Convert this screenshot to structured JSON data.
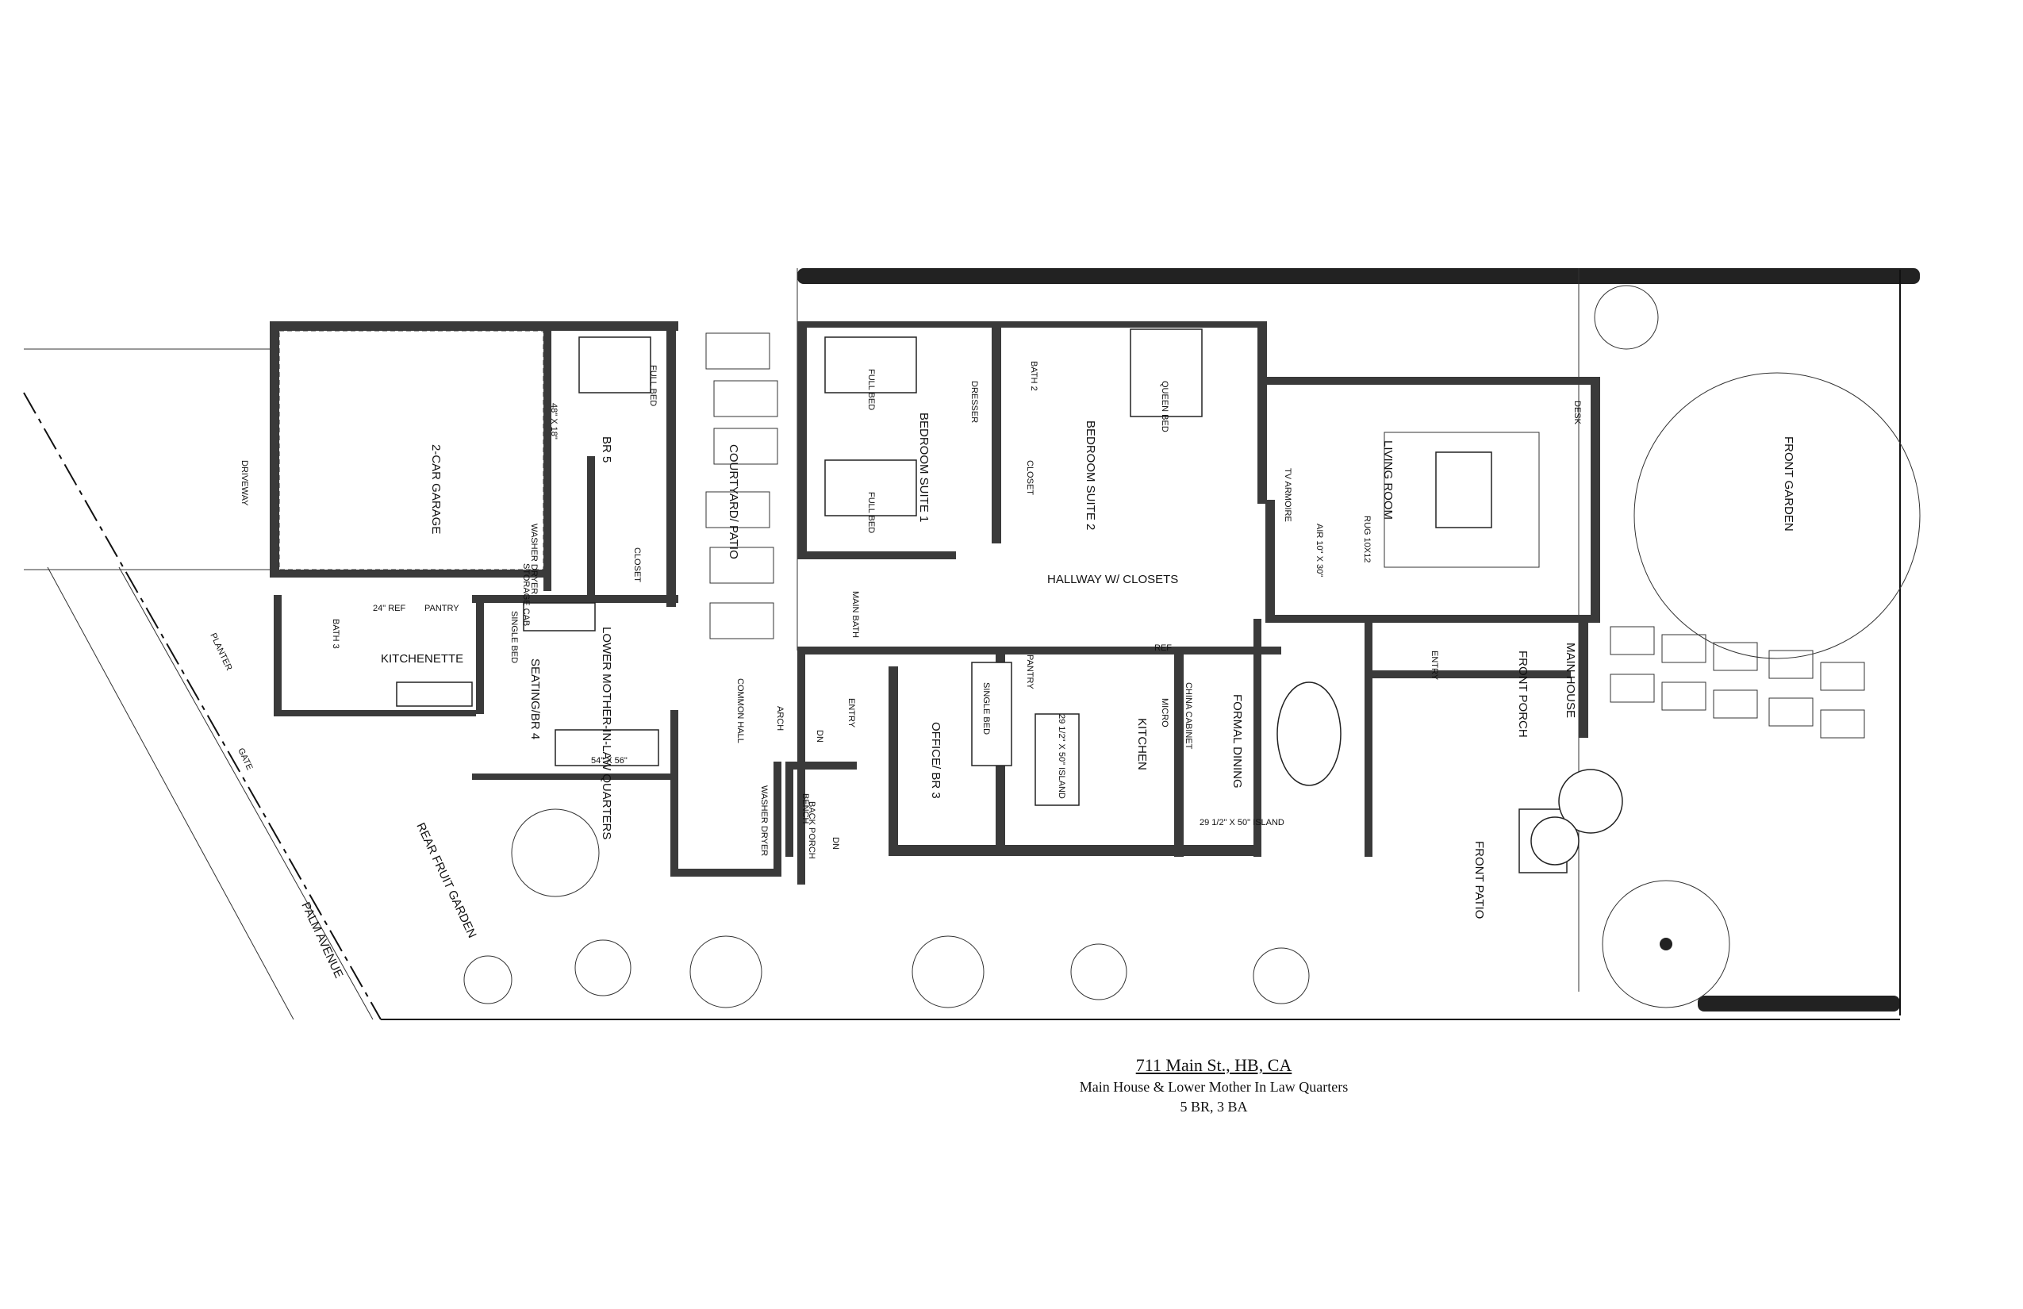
{
  "caption": {
    "address": "711 Main St., HB, CA",
    "description": "Main House & Lower Mother In Law Quarters",
    "summary": "5 BR, 3 BA"
  },
  "rooms": {
    "driveway": "DRIVEWAY",
    "garage": "2-CAR GARAGE",
    "br5": "BR 5",
    "closet_br5": "CLOSET",
    "courtyard": "COURTYARD/ PATIO",
    "bedroom_suite1": "BEDROOM SUITE 1",
    "bath2": "BATH 2",
    "closet_suite": "CLOSET",
    "bedroom_suite2": "BEDROOM SUITE 2",
    "tv_armoire": "TV ARMOIRE",
    "living_room": "LIVING ROOM",
    "desk": "DESK",
    "front_garden": "FRONT GARDEN",
    "hallway": "HALLWAY W/ CLOSETS",
    "main_bath": "MAIN BATH",
    "bath3": "BATH 3",
    "kitchenette": "KITCHENETTE",
    "pantry_lower": "PANTRY",
    "seating_br4": "SEATING/BR 4",
    "lower_quarters": "LOWER MOTHER-IN-LAW QUARTERS",
    "common_hall": "COMMON HALL",
    "entry_side": "ENTRY",
    "office_br3": "OFFICE/ BR 3",
    "pantry_main": "PANTRY",
    "kitchen": "KITCHEN",
    "formal_dining": "FORMAL DINING",
    "entry_main": "ENTRY",
    "front_porch": "FRONT PORCH",
    "main_house": "MAIN HOUSE",
    "front_patio": "FRONT PATIO",
    "back_porch": "BACK PORCH",
    "rear_fruit_garden": "REAR FRUIT GARDEN",
    "palm_avenue": "PALM AVENUE",
    "planter": "PLANTER",
    "gate": "GATE"
  },
  "fixtures": {
    "full_bed": "FULL BED",
    "queen_bed": "QUEEN BED",
    "single_bed": "SINGLE BED",
    "dresser": "DRESSER",
    "island1": "29 1/2\" X 50\" ISLAND",
    "island2": "29 1/2\" X 50\" ISLAND",
    "china_cabinet": "CHINA CABINET",
    "refrigerator": "REF",
    "micro": "MICRO",
    "table_size": "54\" X 56\"",
    "shelving": "48\" X 18\"",
    "ref_lower": "24\" REF",
    "storage": "STORAGE CAB",
    "washer_dryer": "WASHER DRYER",
    "arch": "ARCH",
    "bench": "BENCH",
    "washer_dryer2": "WASHER DRYER",
    "dn": "DN",
    "dn2": "DN",
    "rug1": "RUG 10X12",
    "rug2": "AIR 10\" X 30\""
  }
}
